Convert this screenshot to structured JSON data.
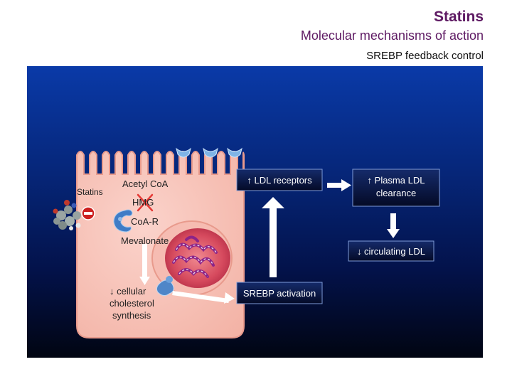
{
  "header": {
    "title": "Statins",
    "subtitle": "Molecular mechanisms of action",
    "subtitle2": "SREBP feedback control"
  },
  "cell": {
    "statins_label": "Statins",
    "acetyl_coa": "Acetyl CoA",
    "hmg": "HMG",
    "coa_r": "CoA-R",
    "mevalonate": "Mevalonate",
    "cholesterol_line1": "↓ cellular",
    "cholesterol_line2": "cholesterol",
    "cholesterol_line3": "synthesis"
  },
  "boxes": {
    "ldl_receptors": "↑ LDL receptors",
    "plasma_line1": "↑  Plasma LDL",
    "plasma_line2": "clearance",
    "circulating": "↓ circulating LDL",
    "srebp": "SREBP activation"
  },
  "colors": {
    "title": "#5e1a63",
    "cell_fill": "#f7c4ba",
    "cell_stroke": "#e89a8c",
    "nucleus": "#d84f63",
    "dna": "#9a2a88",
    "receptor": "#7fb4e6"
  },
  "icons": {
    "inhibit": "minus-circle-icon",
    "enzyme": "hmg-coa-reductase-icon",
    "molecule": "statin-molecule-icon",
    "receptor": "ldl-receptor-icon"
  }
}
